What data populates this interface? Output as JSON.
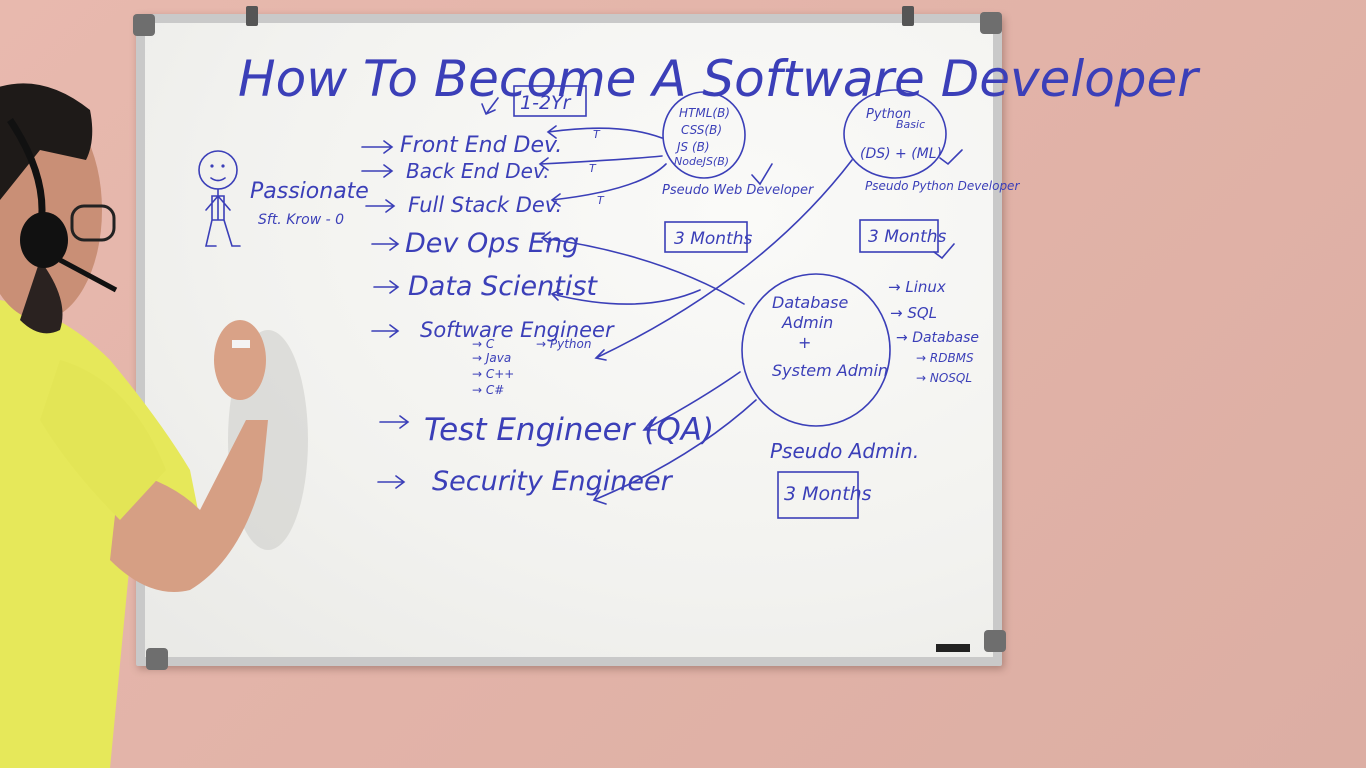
{
  "board": {
    "title": "How To Become A Software Developer",
    "duration_top": "1-2Yr",
    "stick_figure_label_1": "Passionate",
    "stick_figure_label_2": "Sft. Krow - 0",
    "roles": [
      "Front End Dev.",
      "Back End Dev.",
      "Full Stack Dev.",
      "Dev Ops Eng",
      "Data Scientist",
      "Software Engineer",
      "Test Engineer (QA)",
      "Security Engineer"
    ],
    "languages": [
      "C",
      "Java",
      "C++",
      "C#",
      "Python"
    ],
    "web_circle": [
      "HTML(B)",
      "CSS(B)",
      "JS (B)",
      "NodeJS(B)"
    ],
    "web_caption": "Pseudo Web Developer",
    "web_months": "3 Months",
    "python_circle": [
      "Python",
      "Basic",
      "(DS) + (ML)"
    ],
    "python_caption": "Pseudo Python Developer",
    "python_months": "3 Months",
    "db_circle": [
      "Database",
      "Admin",
      "+",
      "System Admin"
    ],
    "db_skills": [
      "Linux",
      "SQL",
      "Database",
      "RDBMS",
      "NOSQL"
    ],
    "db_caption": "Pseudo Admin.",
    "db_months": "3 Months",
    "t_mark": "T"
  },
  "colors": {
    "wall": "#e2b3a8",
    "marker": "#3b3fb8",
    "shirt": "#e6e85a",
    "board_frame": "#c9c9c9"
  }
}
